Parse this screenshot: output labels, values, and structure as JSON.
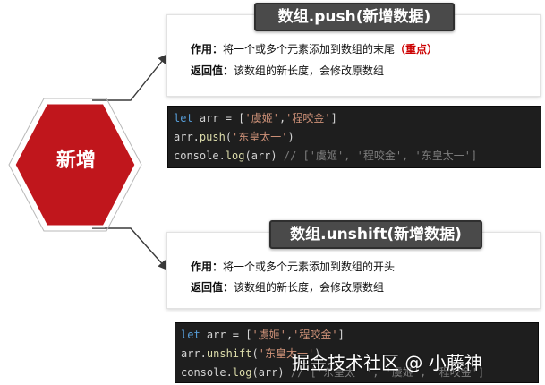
{
  "center_node": {
    "label": "新增"
  },
  "push": {
    "title": "数组.push(新增数据)",
    "usage_key": "作用：",
    "usage_text": "将一个或多个元素添加到数组的末尾",
    "usage_note": "（重点）",
    "return_key": "返回值：",
    "return_text": "该数组的新长度，会修改原数组",
    "code": {
      "line1_kw": "let",
      "line1_rest": " arr = [",
      "line1_s1": "'虞姬'",
      "line1_sep": ",",
      "line1_s2": "'程咬金'",
      "line1_end": "]",
      "line2_obj": "arr.",
      "line2_fn": "push",
      "line2_open": "(",
      "line2_s": "'东皇太一'",
      "line2_close": ")",
      "line3_obj": "console.",
      "line3_fn": "log",
      "line3_args": "(arr) ",
      "line3_comment": "// ['虞姬', '程咬金', '东皇太一']"
    }
  },
  "unshift": {
    "title": "数组.unshift(新增数据)",
    "usage_key": "作用：",
    "usage_text": "将一个或多个元素添加到数组的开头",
    "return_key": "返回值：",
    "return_text": "该数组的新长度，会修改原数组",
    "code": {
      "line1_kw": "let",
      "line1_rest": " arr = [",
      "line1_s1": "'虞姬'",
      "line1_sep": ",",
      "line1_s2": "'程咬金'",
      "line1_end": "]",
      "line2_obj": "arr.",
      "line2_fn": "unshift",
      "line2_open": "(",
      "line2_s": "'东皇太一'",
      "line2_close": ")",
      "line3_obj": "console.",
      "line3_fn": "log",
      "line3_args": "(arr) ",
      "line3_comment": "// ['东皇太一', '虞姬', '程咬金']"
    }
  },
  "watermark": "掘金技术社区 @ 小藤神",
  "colors": {
    "hexagon_fill": "#c0161c",
    "hexagon_border": "#ffffff",
    "arrow": "#3a3a3a",
    "title_bg": "#4a4a4a",
    "code_bg": "#1e1e1e",
    "accent": "#cc0000"
  }
}
